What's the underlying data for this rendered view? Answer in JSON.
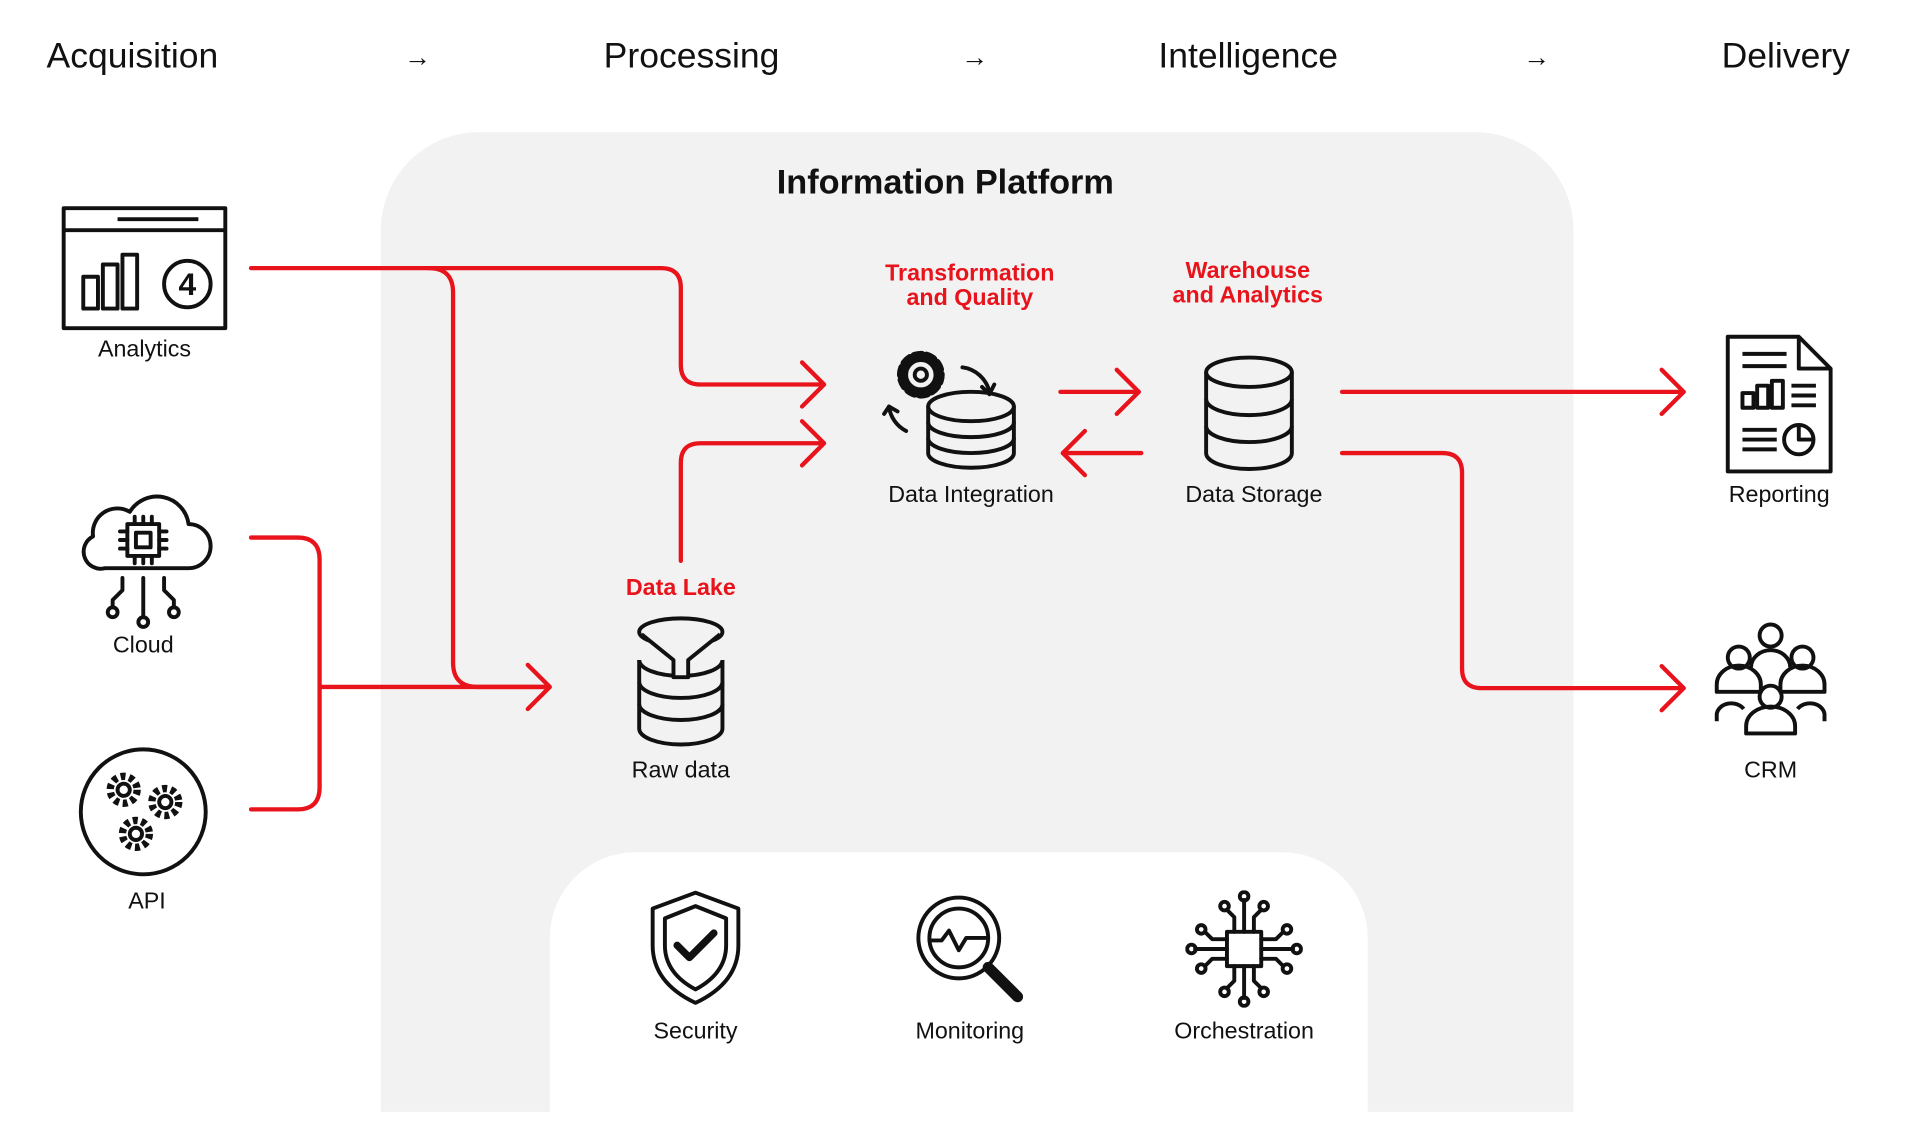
{
  "stages": [
    {
      "label": "Acquisition"
    },
    {
      "label": "Processing"
    },
    {
      "label": "Intelligence"
    },
    {
      "label": "Delivery"
    }
  ],
  "stage_arrow": "→",
  "platform": {
    "title": "Information Platform"
  },
  "sources": {
    "analytics": {
      "label": "Analytics",
      "icon": "analytics-dashboard-icon"
    },
    "cloud": {
      "label": "Cloud",
      "icon": "cloud-chip-icon"
    },
    "api": {
      "label": "API",
      "icon": "api-gears-icon"
    }
  },
  "nodes": {
    "data_lake": {
      "title": "Data Lake",
      "label": "Raw data",
      "icon": "funnel-database-icon"
    },
    "integration": {
      "title_line1": "Transformation",
      "title_line2": "and Quality",
      "label": "Data Integration",
      "icon": "gear-database-icon"
    },
    "storage": {
      "title_line1": "Warehouse",
      "title_line2": "and Analytics",
      "label": "Data Storage",
      "icon": "database-icon"
    }
  },
  "outputs": {
    "reporting": {
      "label": "Reporting",
      "icon": "report-document-icon"
    },
    "crm": {
      "label": "CRM",
      "icon": "people-group-icon"
    }
  },
  "services": {
    "security": {
      "label": "Security",
      "icon": "shield-check-icon"
    },
    "monitoring": {
      "label": "Monitoring",
      "icon": "magnifier-pulse-icon"
    },
    "orchestration": {
      "label": "Orchestration",
      "icon": "circuit-chip-icon"
    }
  },
  "colors": {
    "accent": "#e8131b",
    "panel": "#f2f2f2",
    "ink": "#111111"
  }
}
